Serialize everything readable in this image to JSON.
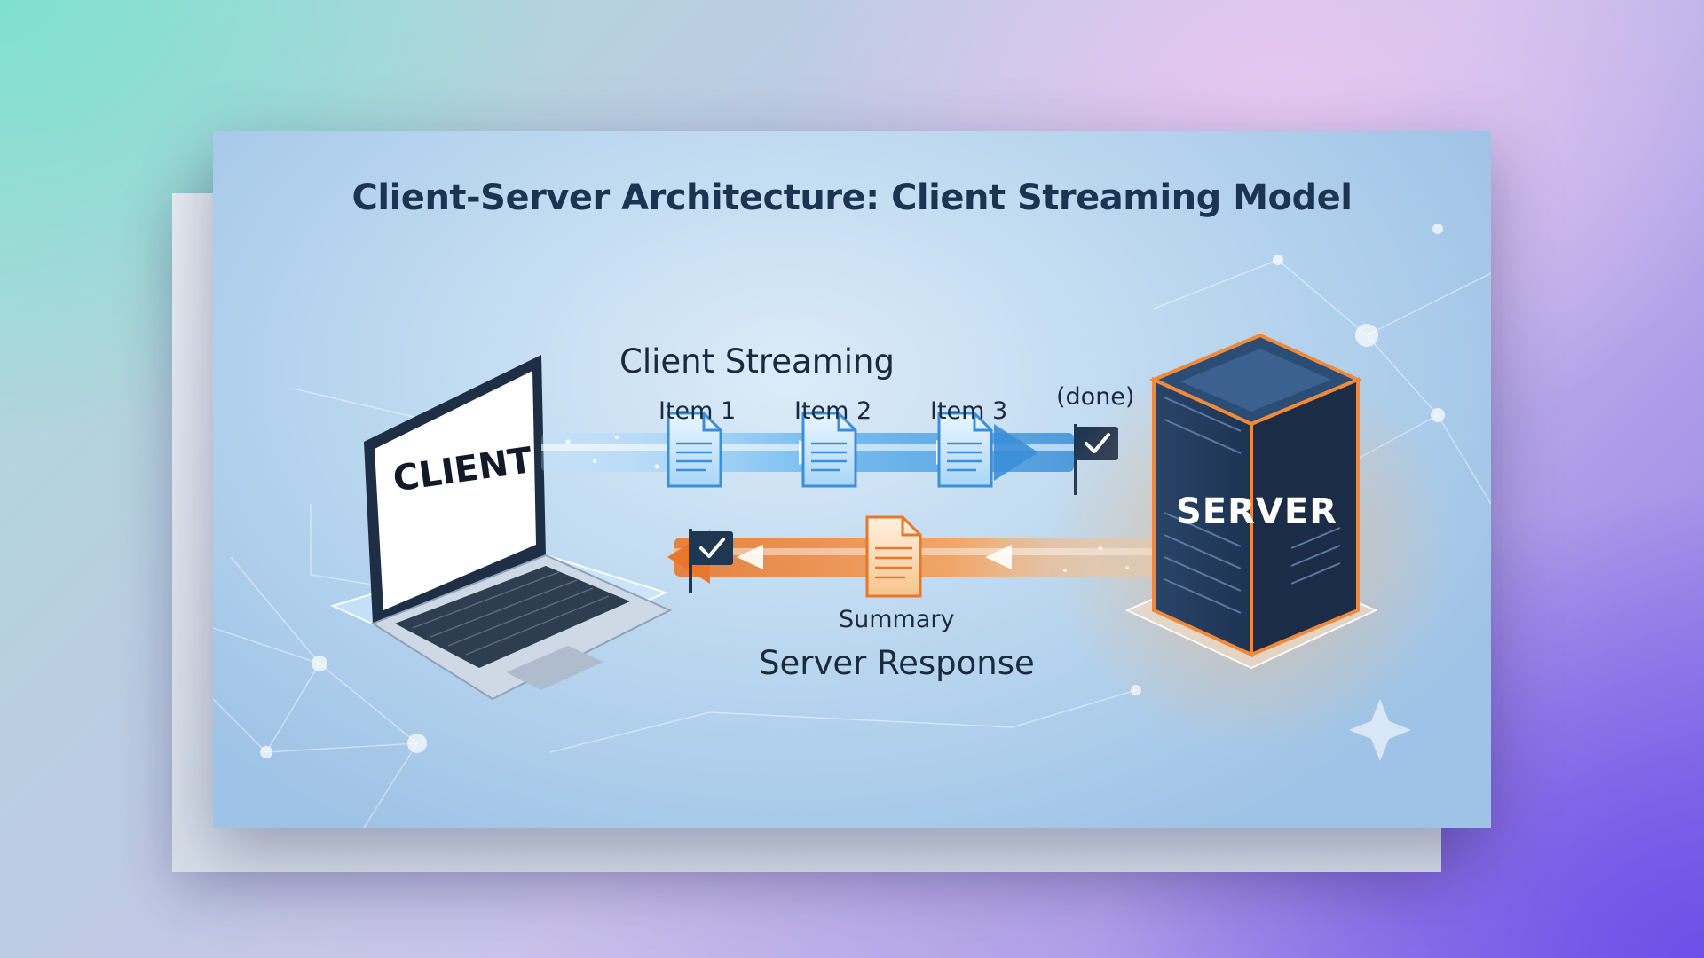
{
  "title": "Client-Server Architecture: Client Streaming Model",
  "client_label": "CLIENT",
  "server_label": "SERVER",
  "stream_heading": "Client Streaming",
  "items": [
    "Item 1",
    "Item 2",
    "Item 3"
  ],
  "done_label": "(done)",
  "summary_label": "Summary",
  "response_heading": "Server Response",
  "colors": {
    "request_flow": "#4aa3e8",
    "response_flow": "#ef8a3c",
    "title_text": "#1c3352",
    "server_body": "#233b5c",
    "flag": "#203752"
  },
  "icons": [
    "laptop-icon",
    "server-rack-icon",
    "document-icon",
    "check-flag-icon"
  ]
}
